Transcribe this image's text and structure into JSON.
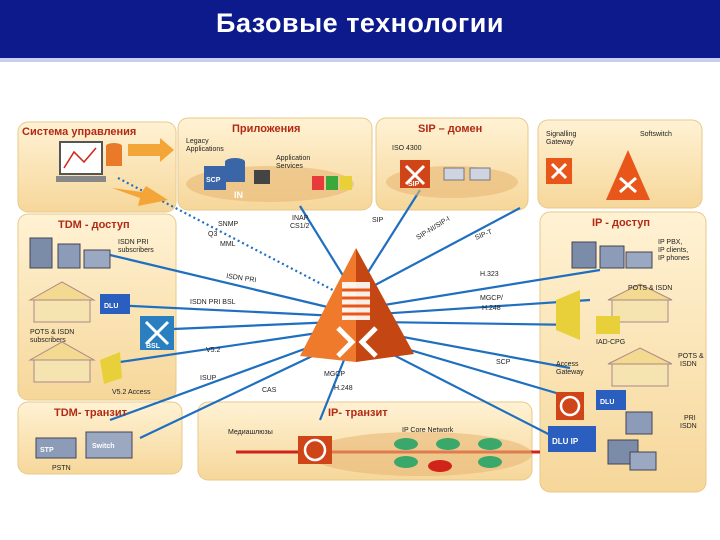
{
  "title": "Базовые технологии",
  "panels": {
    "control": "Система управления",
    "apps": "Приложения",
    "apps_legacy_1": "Legacy",
    "apps_legacy_2": "Applications",
    "apps_services_1": "Application",
    "apps_services_2": "Services",
    "apps_in": "IN",
    "apps_scp": "SCP",
    "sip": "SIP – домен",
    "sip_iso": "ISO 4300",
    "sip_box": "SIP",
    "signalling_1": "Signalling",
    "signalling_2": "Gateway",
    "softswitch": "Softswitch",
    "tdm_access": "TDM - доступ",
    "tdm_isdn_1": "ISDN PRI",
    "tdm_isdn_2": "subscribers",
    "tdm_dlu": "DLU",
    "tdm_pots_1": "POTS & ISDN",
    "tdm_pots_2": "subscribers",
    "tdm_bsl": "BSL",
    "tdm_v52": "V5.2 Access",
    "ip_access": "IP - доступ",
    "ip_pbx_1": "IP PBX,",
    "ip_pbx_2": "IP clients,",
    "ip_pbx_3": "IP phones",
    "ip_pots": "POTS & ISDN",
    "ip_iad": "IAD-CPG",
    "access_gw_1": "Access",
    "access_gw_2": "Gateway",
    "ip_pots2_1": "POTS &",
    "ip_pots2_2": "ISDN",
    "ip_dlu": "DLU",
    "ip_pri_1": "PRI",
    "ip_pri_2": "ISDN",
    "ip_dlu_ip": "DLU IP",
    "tdm_transit": "TDM- транзит",
    "stp": "STP",
    "switch": "Switch",
    "pstn": "PSTN",
    "ip_transit": "IP- транзит",
    "media_gw": "Медиашлюзы",
    "ip_core": "IP Core Network"
  },
  "links": {
    "snmp": "SNMP",
    "q3": "Q3",
    "mml": "MML",
    "inap_1": "INAP",
    "inap_2": "CS1/2",
    "sip": "SIP",
    "sip_ni": "SIP-NI/SIP-I",
    "sip_t": "SIP-T",
    "h323": "H.323",
    "mgcp": "MGCP/",
    "h248": "H.248",
    "isdn_prl": "ISDN PRI",
    "isdn_prl_bsl": "ISDN PRI BSL",
    "v52": "V5.2",
    "isup": "ISUP",
    "cas": "CAS",
    "mgcp_b1": "MGCP",
    "mgcp_b2": "H.248",
    "sctp": "SCP"
  }
}
